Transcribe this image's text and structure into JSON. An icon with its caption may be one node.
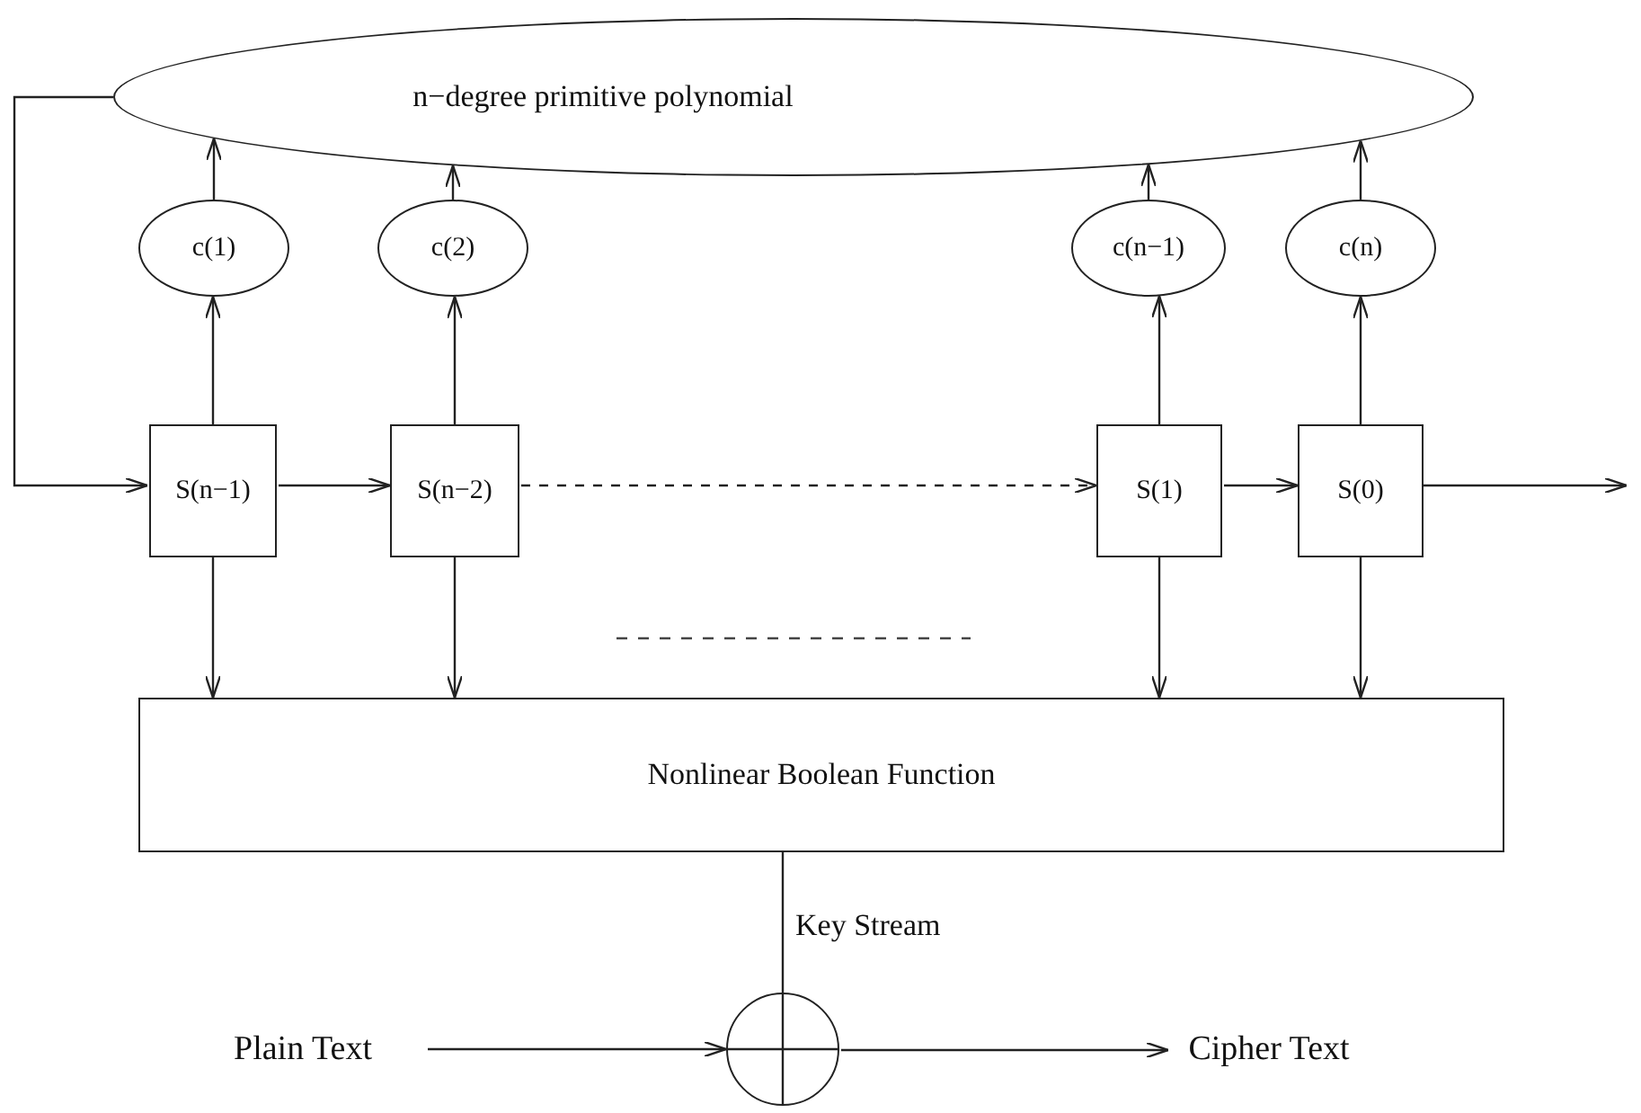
{
  "diagram": {
    "nodes": [
      {
        "text": [
          "n−degree primitive polynomial"
        ]
      },
      {
        "text": [
          "c(1)"
        ]
      },
      {
        "text": [
          "c(2)"
        ]
      },
      {
        "text": [
          "c(n−1)"
        ]
      },
      {
        "text": [
          "c(n)"
        ]
      },
      {
        "text": [
          "S(n−1)"
        ]
      },
      {
        "text": [
          "S(n−2)"
        ]
      },
      {
        "text": [
          "S(1)"
        ]
      },
      {
        "text": [
          "S(0)"
        ]
      },
      {
        "text": [
          "Nonlinear Boolean Function"
        ]
      },
      {
        "text": [],
        "shape": "circle"
      },
      {
        "text": [
          "Plain Text"
        ]
      },
      {
        "text": [
          "Cipher Text"
        ]
      }
    ],
    "edges": [
      {
        "from": 0,
        "to": 5,
        "arrow": "to"
      },
      {
        "from": 5,
        "to": 1,
        "arrow": "to"
      },
      {
        "from": 6,
        "to": 2,
        "arrow": "to"
      },
      {
        "from": 7,
        "to": 3,
        "arrow": "to"
      },
      {
        "from": 8,
        "to": 4,
        "arrow": "to"
      },
      {
        "from": 1,
        "to": 0,
        "arrow": "to"
      },
      {
        "from": 2,
        "to": 0,
        "arrow": "to"
      },
      {
        "from": 3,
        "to": 0,
        "arrow": "to"
      },
      {
        "from": 4,
        "to": 0,
        "arrow": "to"
      },
      {
        "from": 5,
        "to": 6,
        "arrow": "to"
      },
      {
        "from": 6,
        "to": 7,
        "arrow": "to",
        "style": "dashed"
      },
      {
        "from": 7,
        "to": 8,
        "arrow": "to"
      },
      {
        "from": 8,
        "to": null,
        "arrow": "to"
      },
      {
        "from": 5,
        "to": 9,
        "arrow": "to"
      },
      {
        "from": 6,
        "to": 9,
        "arrow": "to"
      },
      {
        "from": 7,
        "to": 9,
        "arrow": "to"
      },
      {
        "from": 8,
        "to": 9,
        "arrow": "to"
      },
      {
        "from": 9,
        "to": 10,
        "label": "Key Stream",
        "arrow": "none"
      },
      {
        "from": 11,
        "to": 10,
        "arrow": "to"
      },
      {
        "from": 10,
        "to": 12,
        "arrow": "to"
      }
    ]
  }
}
